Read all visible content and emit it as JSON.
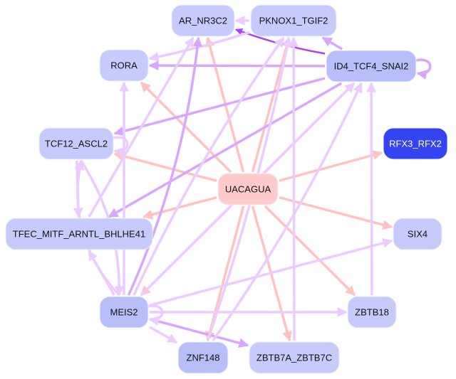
{
  "graph": {
    "colors": {
      "node_default": "#c6cbfc",
      "node_hub": "#ffcaca",
      "node_highlight": "#3444f0",
      "node_mid": "#b8bff8",
      "label_default": "#111111",
      "label_highlight": "#ffffff",
      "edge_pink": "#ffc2c2",
      "edge_lilac": "#ecccff",
      "edge_violet": "#d9a6ff",
      "edge_purple": "#b040f0"
    },
    "nodes": [
      {
        "id": "AR_NR3C2",
        "label": "AR_NR3C2",
        "style": "default"
      },
      {
        "id": "PKNOX1_TGIF2",
        "label": "PKNOX1_TGIF2",
        "style": "default"
      },
      {
        "id": "RORA",
        "label": "RORA",
        "style": "default"
      },
      {
        "id": "ID4_TCF4_SNAI2",
        "label": "ID4_TCF4_SNAI2",
        "style": "mid"
      },
      {
        "id": "TCF12_ASCL2",
        "label": "TCF12_ASCL2",
        "style": "default"
      },
      {
        "id": "RFX3_RFX2",
        "label": "RFX3_RFX2",
        "style": "highlight"
      },
      {
        "id": "UACAGUA",
        "label": "UACAGUA",
        "style": "hub"
      },
      {
        "id": "TFEC_MITF_ARNTL_BHLHE41",
        "label": "TFEC_MITF_ARNTL_BHLHE41",
        "style": "default"
      },
      {
        "id": "SIX4",
        "label": "SIX4",
        "style": "default"
      },
      {
        "id": "MEIS2",
        "label": "MEIS2",
        "style": "mid"
      },
      {
        "id": "ZBTB18",
        "label": "ZBTB18",
        "style": "default"
      },
      {
        "id": "ZNF148",
        "label": "ZNF148",
        "style": "mid"
      },
      {
        "id": "ZBTB7A_ZBTB7C",
        "label": "ZBTB7A_ZBTB7C",
        "style": "default"
      }
    ],
    "edges": [
      {
        "from": "UACAGUA",
        "to": "AR_NR3C2",
        "color": "pink"
      },
      {
        "from": "UACAGUA",
        "to": "PKNOX1_TGIF2",
        "color": "pink"
      },
      {
        "from": "UACAGUA",
        "to": "RORA",
        "color": "pink"
      },
      {
        "from": "UACAGUA",
        "to": "ID4_TCF4_SNAI2",
        "color": "pink"
      },
      {
        "from": "UACAGUA",
        "to": "TCF12_ASCL2",
        "color": "pink"
      },
      {
        "from": "UACAGUA",
        "to": "RFX3_RFX2",
        "color": "pink"
      },
      {
        "from": "UACAGUA",
        "to": "TFEC_MITF_ARNTL_BHLHE41",
        "color": "pink"
      },
      {
        "from": "UACAGUA",
        "to": "SIX4",
        "color": "pink"
      },
      {
        "from": "UACAGUA",
        "to": "MEIS2",
        "color": "pink"
      },
      {
        "from": "UACAGUA",
        "to": "ZBTB18",
        "color": "pink"
      },
      {
        "from": "UACAGUA",
        "to": "ZNF148",
        "color": "pink"
      },
      {
        "from": "UACAGUA",
        "to": "ZBTB7A_ZBTB7C",
        "color": "pink"
      },
      {
        "from": "PKNOX1_TGIF2",
        "to": "AR_NR3C2",
        "color": "lilac"
      },
      {
        "from": "ID4_TCF4_SNAI2",
        "to": "AR_NR3C2",
        "color": "purple"
      },
      {
        "from": "ID4_TCF4_SNAI2",
        "to": "PKNOX1_TGIF2",
        "color": "violet"
      },
      {
        "from": "ID4_TCF4_SNAI2",
        "to": "RORA",
        "color": "violet"
      },
      {
        "from": "PKNOX1_TGIF2",
        "to": "RORA",
        "color": "lilac"
      },
      {
        "from": "ID4_TCF4_SNAI2",
        "to": "TCF12_ASCL2",
        "color": "violet"
      },
      {
        "from": "ID4_TCF4_SNAI2",
        "to": "TFEC_MITF_ARNTL_BHLHE41",
        "color": "violet"
      },
      {
        "from": "ID4_TCF4_SNAI2",
        "to": "ID4_TCF4_SNAI2",
        "color": "violet"
      },
      {
        "from": "TCF12_ASCL2",
        "to": "TCF12_ASCL2",
        "color": "lilac"
      },
      {
        "from": "TCF12_ASCL2",
        "to": "TFEC_MITF_ARNTL_BHLHE41",
        "color": "lilac"
      },
      {
        "from": "MEIS2",
        "to": "TCF12_ASCL2",
        "color": "lilac"
      },
      {
        "from": "MEIS2",
        "to": "TFEC_MITF_ARNTL_BHLHE41",
        "color": "lilac"
      },
      {
        "from": "MEIS2",
        "to": "AR_NR3C2",
        "color": "violet"
      },
      {
        "from": "MEIS2",
        "to": "PKNOX1_TGIF2",
        "color": "lilac"
      },
      {
        "from": "MEIS2",
        "to": "RORA",
        "color": "lilac"
      },
      {
        "from": "MEIS2",
        "to": "ID4_TCF4_SNAI2",
        "color": "lilac"
      },
      {
        "from": "MEIS2",
        "to": "SIX4",
        "color": "lilac"
      },
      {
        "from": "MEIS2",
        "to": "ZBTB18",
        "color": "lilac"
      },
      {
        "from": "MEIS2",
        "to": "ZNF148",
        "color": "lilac"
      },
      {
        "from": "MEIS2",
        "to": "ZBTB7A_ZBTB7C",
        "color": "violet"
      },
      {
        "from": "MEIS2",
        "to": "MEIS2",
        "color": "lilac"
      },
      {
        "from": "TFEC_MITF_ARNTL_BHLHE41",
        "to": "AR_NR3C2",
        "color": "lilac"
      },
      {
        "from": "ZNF148",
        "to": "PKNOX1_TGIF2",
        "color": "lilac"
      },
      {
        "from": "ZNF148",
        "to": "ID4_TCF4_SNAI2",
        "color": "lilac"
      },
      {
        "from": "ZBTB7A_ZBTB7C",
        "to": "PKNOX1_TGIF2",
        "color": "lilac"
      },
      {
        "from": "ZBTB18",
        "to": "ID4_TCF4_SNAI2",
        "color": "lilac"
      },
      {
        "from": "TCF12_ASCL2",
        "to": "MEIS2",
        "color": "lilac"
      }
    ]
  }
}
